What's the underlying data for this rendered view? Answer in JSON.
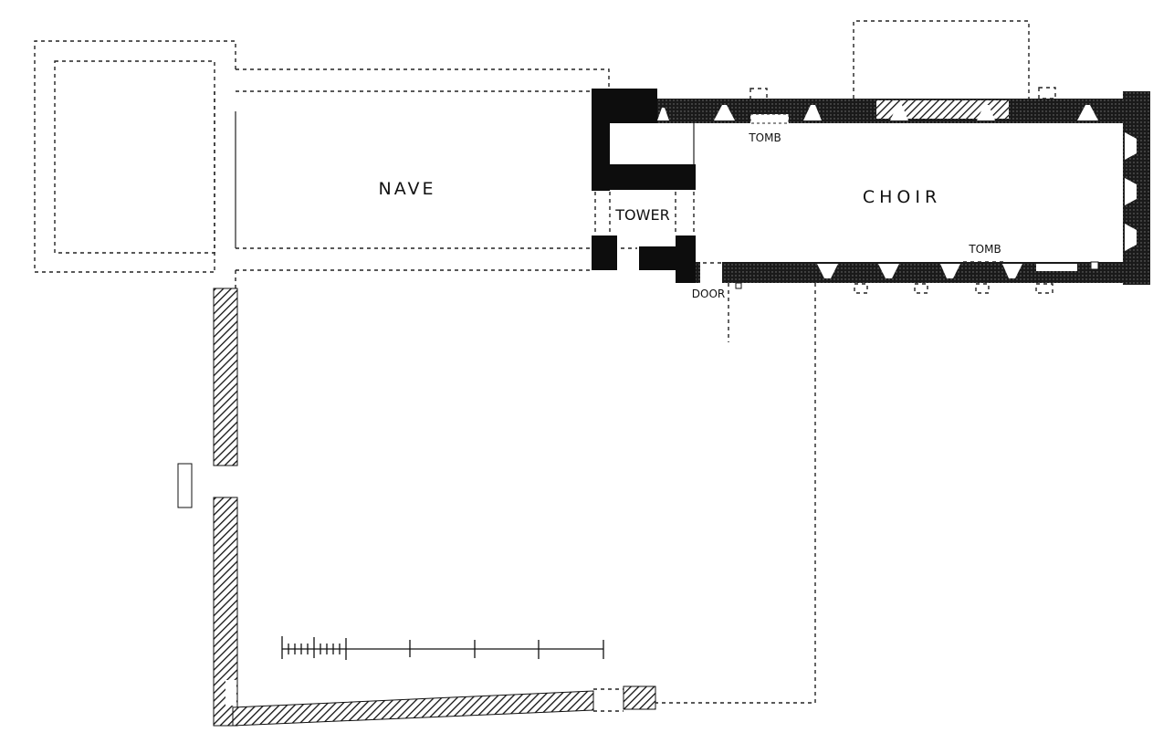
{
  "plan": {
    "labels": {
      "nave": "NAVE",
      "tower": "TOWER",
      "choir": "CHOIR",
      "tomb_north": "TOMB",
      "tomb_south": "TOMB",
      "door": "DOOR"
    },
    "colors": {
      "ink": "#0d0d0d",
      "paper": "#ffffff"
    }
  }
}
